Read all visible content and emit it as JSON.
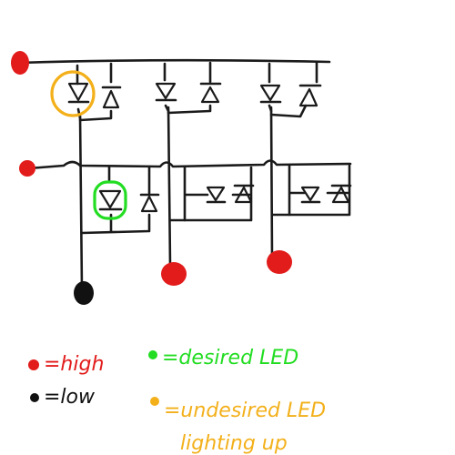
{
  "colors": {
    "wire": "#1a1a1a",
    "high": "#e21b1b",
    "low": "#111111",
    "desired": "#22dd22",
    "undesired": "#f3b01a"
  },
  "legend": {
    "high_label": "=high",
    "low_label": "=low",
    "desired_label": "=desired LED",
    "undesired_line1": "=undesired LED",
    "undesired_line2": "lighting up"
  }
}
